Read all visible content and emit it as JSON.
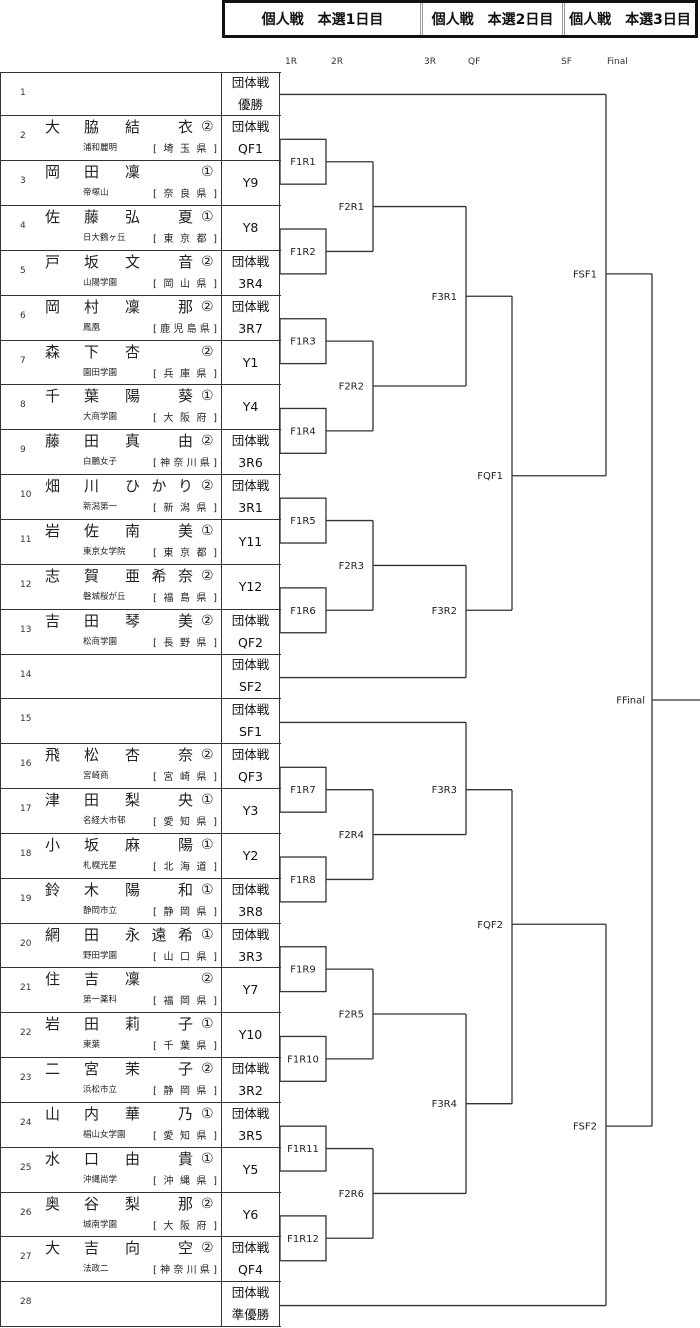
{
  "header": {
    "tabs": [
      "個人戦　本選1日目",
      "個人戦　本選2日目",
      "個人戦　本選3日目"
    ]
  },
  "rounds": [
    "1R",
    "2R",
    "3R",
    "QF",
    "SF",
    "Final"
  ],
  "rows": [
    {
      "no": "1",
      "family": "",
      "given": "",
      "grade": "",
      "school": "",
      "pref": "",
      "team": [
        "団体戦",
        "優勝"
      ]
    },
    {
      "no": "2",
      "family": "大脇",
      "given": "結衣",
      "grade": "②",
      "school": "浦和麗明",
      "pref": "[埼玉県]",
      "team": [
        "団体戦",
        "QF1"
      ]
    },
    {
      "no": "3",
      "family": "岡田",
      "given": "凜",
      "grade": "①",
      "school": "帝塚山",
      "pref": "[奈良県]",
      "team": [
        "Y9"
      ]
    },
    {
      "no": "4",
      "family": "佐藤",
      "given": "弘夏",
      "grade": "①",
      "school": "日大鶴ヶ丘",
      "pref": "[東京都]",
      "team": [
        "Y8"
      ]
    },
    {
      "no": "5",
      "family": "戸坂",
      "given": "文音",
      "grade": "②",
      "school": "山陽学園",
      "pref": "[岡山県]",
      "team": [
        "団体戦",
        "3R4"
      ]
    },
    {
      "no": "6",
      "family": "岡村",
      "given": "凜那",
      "grade": "②",
      "school": "鳳凰",
      "pref": "[鹿児島県]",
      "team": [
        "団体戦",
        "3R7"
      ]
    },
    {
      "no": "7",
      "family": "森下",
      "given": "杏",
      "grade": "②",
      "school": "園田学園",
      "pref": "[兵庫県]",
      "team": [
        "Y1"
      ]
    },
    {
      "no": "8",
      "family": "千葉",
      "given": "陽葵",
      "grade": "①",
      "school": "大商学園",
      "pref": "[大阪府]",
      "team": [
        "Y4"
      ]
    },
    {
      "no": "9",
      "family": "藤田",
      "given": "真由",
      "grade": "②",
      "school": "白鵬女子",
      "pref": "[神奈川県]",
      "team": [
        "団体戦",
        "3R6"
      ]
    },
    {
      "no": "10",
      "family": "畑川",
      "given": "ひかり",
      "grade": "②",
      "school": "新潟第一",
      "pref": "[新潟県]",
      "team": [
        "団体戦",
        "3R1"
      ]
    },
    {
      "no": "11",
      "family": "岩佐",
      "given": "南美",
      "grade": "①",
      "school": "東京女学院",
      "pref": "[東京都]",
      "team": [
        "Y11"
      ]
    },
    {
      "no": "12",
      "family": "志賀",
      "given": "亜希奈",
      "grade": "②",
      "school": "磐城桜が丘",
      "pref": "[福島県]",
      "team": [
        "Y12"
      ]
    },
    {
      "no": "13",
      "family": "吉田",
      "given": "琴美",
      "grade": "②",
      "school": "松商学園",
      "pref": "[長野県]",
      "team": [
        "団体戦",
        "QF2"
      ]
    },
    {
      "no": "14",
      "family": "",
      "given": "",
      "grade": "",
      "school": "",
      "pref": "",
      "team": [
        "団体戦",
        "SF2"
      ]
    },
    {
      "no": "15",
      "family": "",
      "given": "",
      "grade": "",
      "school": "",
      "pref": "",
      "team": [
        "団体戦",
        "SF1"
      ]
    },
    {
      "no": "16",
      "family": "飛松",
      "given": "杏奈",
      "grade": "②",
      "school": "宮崎商",
      "pref": "[宮崎県]",
      "team": [
        "団体戦",
        "QF3"
      ]
    },
    {
      "no": "17",
      "family": "津田",
      "given": "梨央",
      "grade": "①",
      "school": "名経大市邨",
      "pref": "[愛知県]",
      "team": [
        "Y3"
      ]
    },
    {
      "no": "18",
      "family": "小坂",
      "given": "麻陽",
      "grade": "①",
      "school": "札幌光星",
      "pref": "[北海道]",
      "team": [
        "Y2"
      ]
    },
    {
      "no": "19",
      "family": "鈴木",
      "given": "陽和",
      "grade": "①",
      "school": "静岡市立",
      "pref": "[静岡県]",
      "team": [
        "団体戦",
        "3R8"
      ]
    },
    {
      "no": "20",
      "family": "網田",
      "given": "永遠希",
      "grade": "①",
      "school": "野田学園",
      "pref": "[山口県]",
      "team": [
        "団体戦",
        "3R3"
      ]
    },
    {
      "no": "21",
      "family": "住吉",
      "given": "凜",
      "grade": "②",
      "school": "第一薬科",
      "pref": "[福岡県]",
      "team": [
        "Y7"
      ]
    },
    {
      "no": "22",
      "family": "岩田",
      "given": "莉子",
      "grade": "①",
      "school": "東葉",
      "pref": "[千葉県]",
      "team": [
        "Y10"
      ]
    },
    {
      "no": "23",
      "family": "二宮",
      "given": "茉子",
      "grade": "②",
      "school": "浜松市立",
      "pref": "[静岡県]",
      "team": [
        "団体戦",
        "3R2"
      ]
    },
    {
      "no": "24",
      "family": "山内",
      "given": "華乃",
      "grade": "①",
      "school": "椙山女学園",
      "pref": "[愛知県]",
      "team": [
        "団体戦",
        "3R5"
      ]
    },
    {
      "no": "25",
      "family": "水口",
      "given": "由貴",
      "grade": "①",
      "school": "沖縄尚学",
      "pref": "[沖縄県]",
      "team": [
        "Y5"
      ]
    },
    {
      "no": "26",
      "family": "奥谷",
      "given": "梨那",
      "grade": "②",
      "school": "城南学園",
      "pref": "[大阪府]",
      "team": [
        "Y6"
      ]
    },
    {
      "no": "27",
      "family": "大吉",
      "given": "向空",
      "grade": "②",
      "school": "法政二",
      "pref": "[神奈川県]",
      "team": [
        "団体戦",
        "QF4"
      ]
    },
    {
      "no": "28",
      "family": "",
      "given": "",
      "grade": "",
      "school": "",
      "pref": "",
      "team": [
        "団体戦",
        "準優勝"
      ]
    }
  ],
  "bracket": {
    "r1": [
      "F1R1",
      "F1R2",
      "F1R3",
      "F1R4",
      "F1R5",
      "F1R6",
      "F1R7",
      "F1R8",
      "F1R9",
      "F1R10",
      "F1R11",
      "F1R12"
    ],
    "r2": [
      "F2R1",
      "F2R2",
      "F2R3",
      "F2R4",
      "F2R5",
      "F2R6"
    ],
    "r3": [
      "F3R1",
      "F3R2",
      "F3R3",
      "F3R4"
    ],
    "qf": [
      "FQF1",
      "FQF2"
    ],
    "sf": [
      "FSF1",
      "FSF2"
    ],
    "final": "FFinal"
  }
}
